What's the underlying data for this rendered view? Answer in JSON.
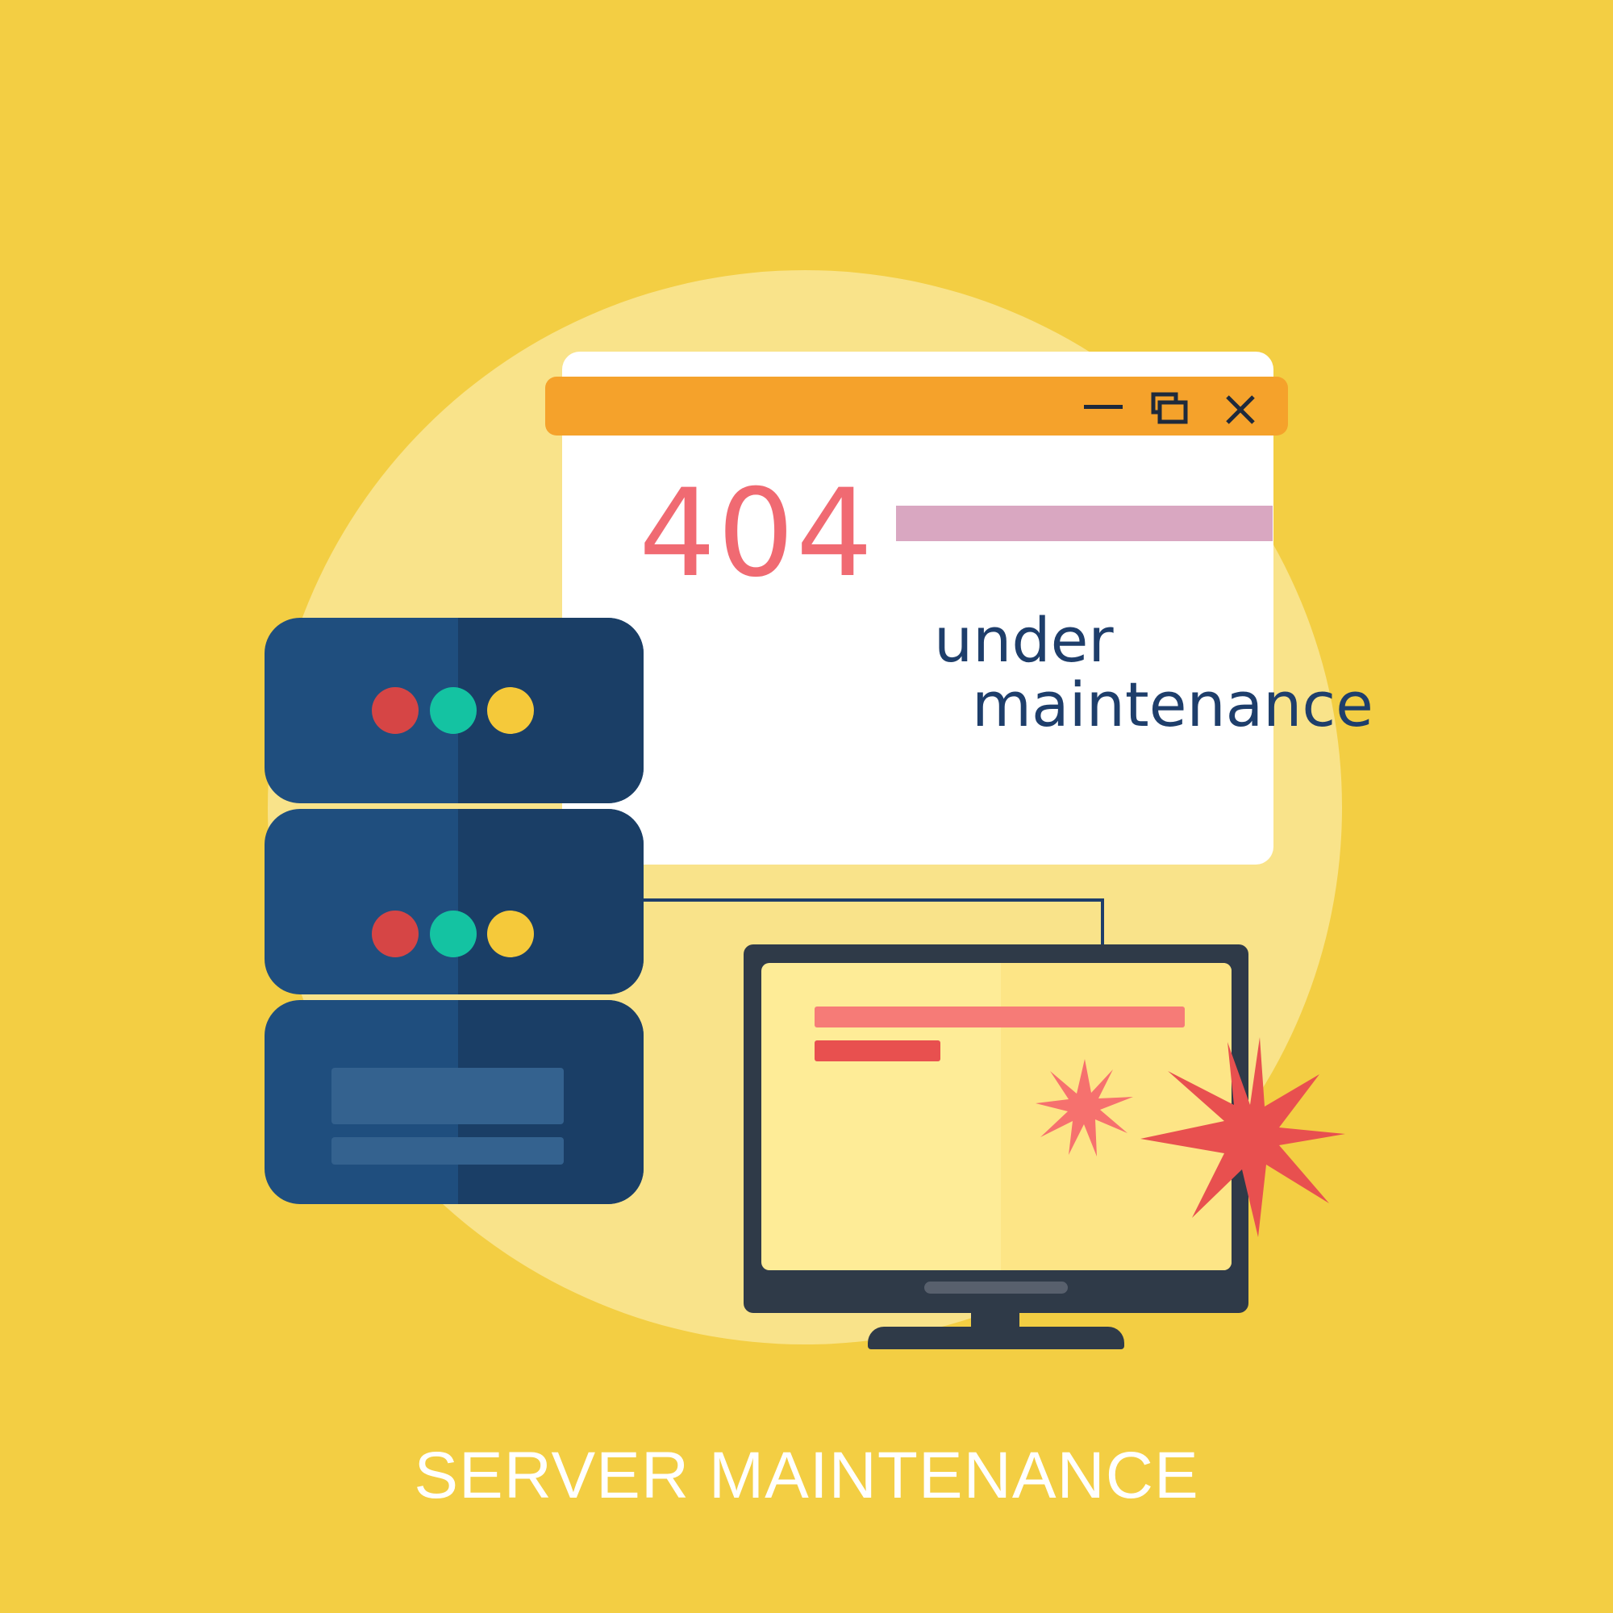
{
  "colors": {
    "background": "#F3CE43",
    "circle": "#F9E38A",
    "window_bar": "#F5A22B",
    "error_code": "#F06A72",
    "text_dark": "#1E3E6B",
    "server": "#1F4E7E",
    "server_shade": "#1A3E66",
    "led_red": "#D64545",
    "led_green": "#14C3A2",
    "led_yellow": "#F5C93A",
    "monitor_frame": "#2F3A48",
    "burst": "#E8504F"
  },
  "window": {
    "controls": [
      "minimize-icon",
      "restore-icon",
      "close-icon"
    ],
    "error_code": "404",
    "message_line1": "under",
    "message_line2": "maintenance"
  },
  "servers": [
    {
      "leds": [
        "led_red",
        "led_green",
        "led_yellow"
      ]
    },
    {
      "leds": [
        "led_red",
        "led_green",
        "led_yellow"
      ]
    },
    {
      "slots": 2
    }
  ],
  "monitor": {
    "icons": [
      "burst-icon-small",
      "burst-icon-large"
    ]
  },
  "title": "SERVER MAINTENANCE"
}
